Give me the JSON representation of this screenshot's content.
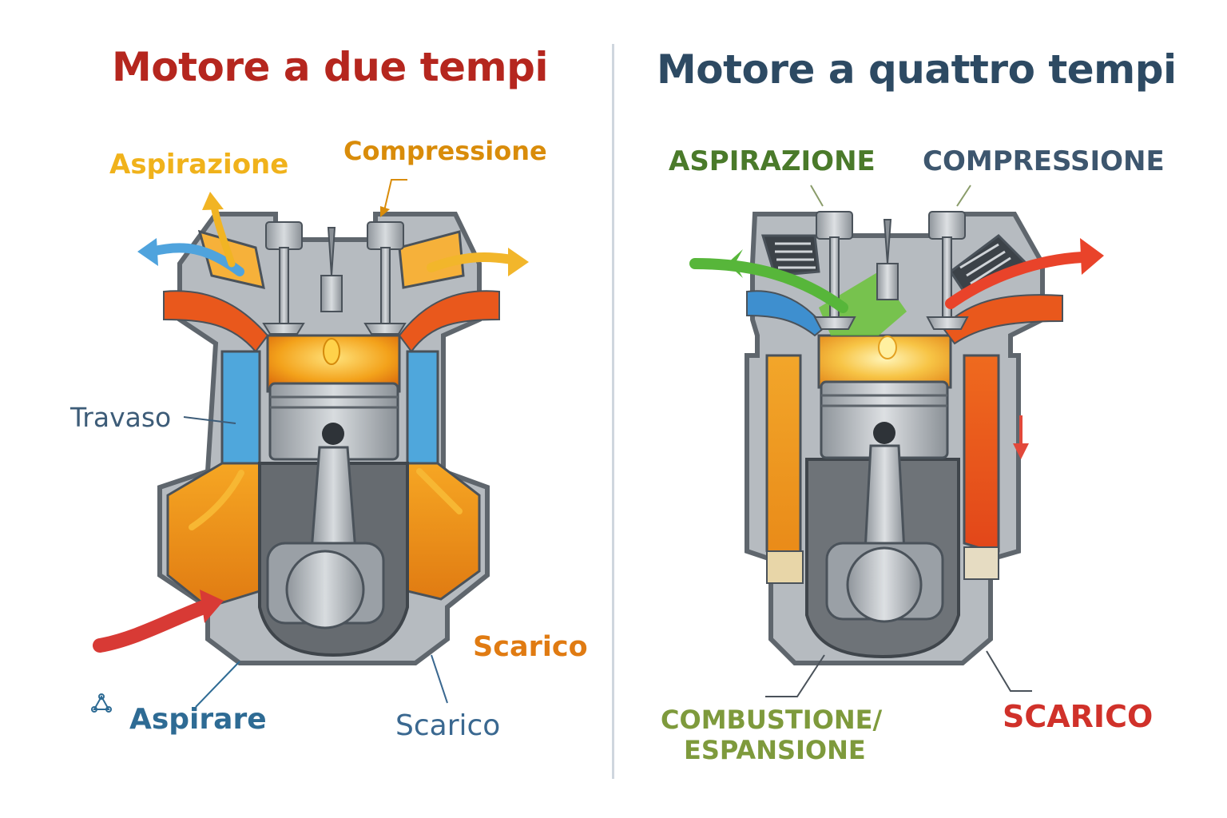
{
  "left": {
    "title": "Motore a due tempi",
    "labels": {
      "aspirazione": "Aspirazione",
      "compressione": "Compressione",
      "travaso": "Travaso",
      "scarico_right": "Scarico",
      "aspirare": "Aspirare",
      "scarico_bottom": "Scarico"
    }
  },
  "right": {
    "title": "Motore a quattro tempi",
    "labels": {
      "aspirazione": "ASPIRAZIONE",
      "compressione": "COMPRESSIONE",
      "combustione_line1": "COMBUSTIONE/",
      "combustione_line2": "ESPANSIONE",
      "scarico": "SCARICO"
    }
  },
  "colors": {
    "left_title": "#b5261e",
    "right_title": "#2d4a63",
    "aspirazione_2t": "#f0b21b",
    "compressione_2t": "#d98c0a",
    "travaso": "#3d5c78",
    "scarico_orange": "#e07b12",
    "aspirare": "#2e6b94",
    "scarico_blue": "#3a6890",
    "aspirazione_4t": "#4a7a2a",
    "compressione_4t": "#3d566e",
    "combustione": "#7e9a3c",
    "scarico_red": "#d0312a"
  }
}
